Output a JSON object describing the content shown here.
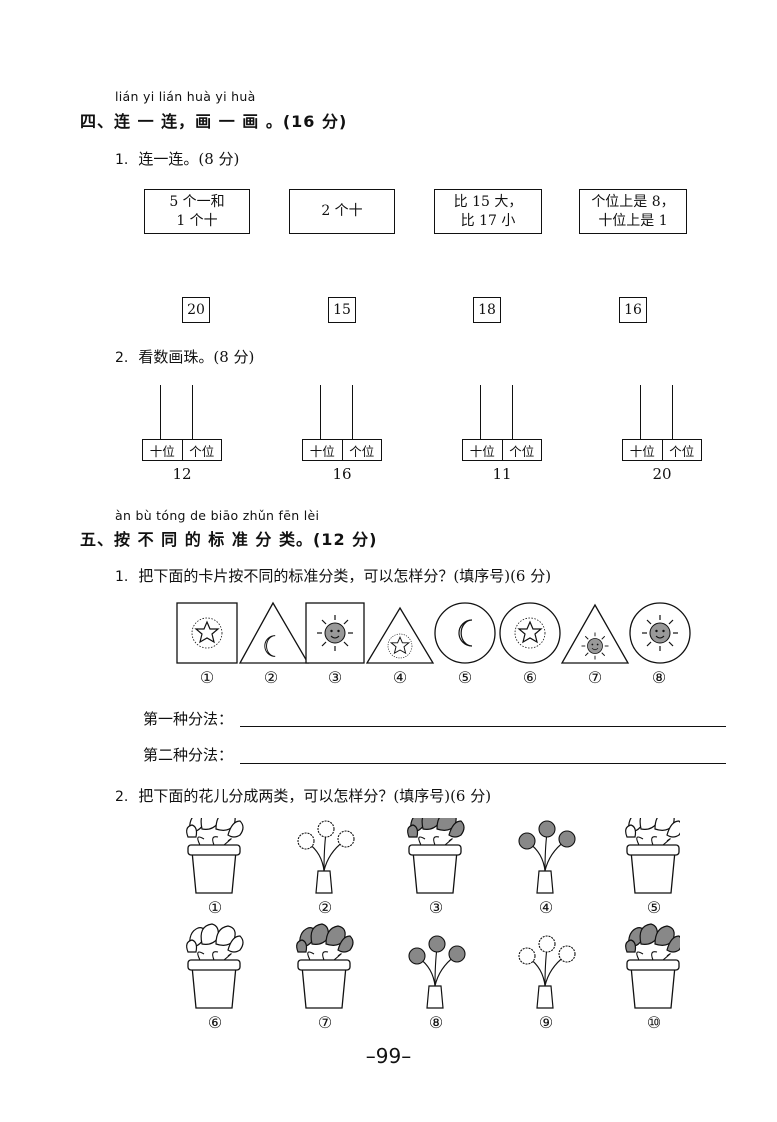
{
  "section4": {
    "pinyin": "lián yi lián  huà yi huà",
    "title": "四、连 一 连，画 一 画 。(16 分)",
    "q1": {
      "num": "1.",
      "text": "连一连。(8 分)",
      "cards": [
        {
          "line1": "5 个一和",
          "line2": "1 个十"
        },
        {
          "line1": "2 个十",
          "line2": ""
        },
        {
          "line1": "比 15 大，",
          "line2": "比 17 小"
        },
        {
          "line1": "个位上是 8，",
          "line2": "十位上是 1"
        }
      ],
      "numbers": [
        "20",
        "15",
        "18",
        "16"
      ]
    },
    "q2": {
      "num": "2.",
      "text": "看数画珠。(8 分)",
      "tens_label": "十位",
      "ones_label": "个位",
      "values": [
        "12",
        "16",
        "11",
        "20"
      ]
    }
  },
  "section5": {
    "pinyin": "àn bù tóng de biāo zhǔn fēn lèi",
    "title": "五、按 不 同 的 标  准  分 类。(12 分)",
    "q1": {
      "num": "1.",
      "text": "把下面的卡片按不同的标准分类，可以怎样分？(填序号)(6 分)",
      "labels": [
        "①",
        "②",
        "③",
        "④",
        "⑤",
        "⑥",
        "⑦",
        "⑧"
      ],
      "method1": "第一种分法：",
      "method2": "第二种分法："
    },
    "q2": {
      "num": "2.",
      "text": "把下面的花儿分成两类，可以怎样分？(填序号)(6 分)",
      "labels_row1": [
        "①",
        "②",
        "③",
        "④",
        "⑤"
      ],
      "labels_row2": [
        "⑥",
        "⑦",
        "⑧",
        "⑨",
        "⑩"
      ]
    }
  },
  "page_number": "–99–"
}
